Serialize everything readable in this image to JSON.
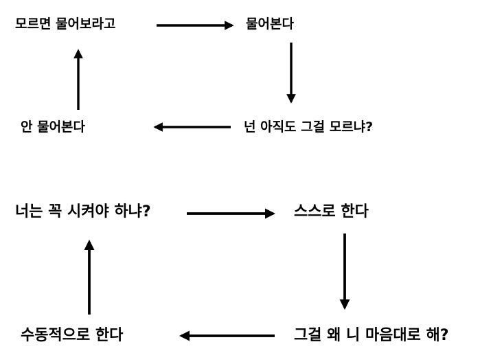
{
  "diagram1": {
    "top_left": "모르면 물어보라고",
    "top_right": "물어본다",
    "bottom_right": "넌 아직도 그걸 모르냐?",
    "bottom_left": "안 물어본다"
  },
  "diagram2": {
    "top_left": "너는 꼭 시켜야 하냐?",
    "top_right": "스스로 한다",
    "bottom_right": "그걸 왜 니 마음대로 해?",
    "bottom_left": "수동적으로 한다"
  },
  "colors": {
    "text": "#000000",
    "arrow": "#000000",
    "background": "#ffffff"
  }
}
